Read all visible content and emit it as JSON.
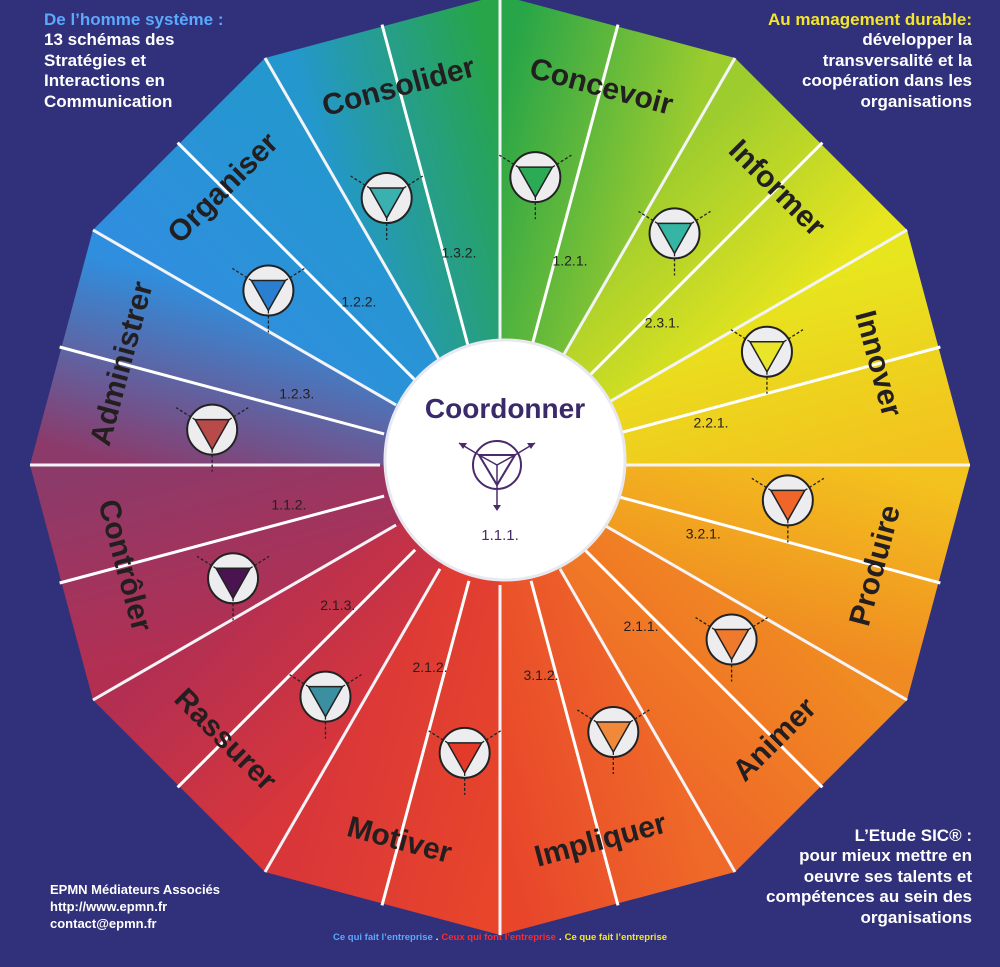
{
  "header_left": {
    "line1": "De l’homme système :",
    "line2": "13 schémas des",
    "line3": "Stratégies et",
    "line4": "Interactions en",
    "line5": "Communication"
  },
  "header_right": {
    "line1": "Au management durable:",
    "line2": "développer la",
    "line3": "transversalité et la",
    "line4": "coopération dans les",
    "line5": "organisations"
  },
  "bottom_right": {
    "line1": "L’Etude SIC® :",
    "line2": "pour mieux mettre en",
    "line3": "oeuvre ses talents et",
    "line4": "compétences au sein des",
    "line5": "organisations"
  },
  "bottom_left": {
    "line1": "EPMN Médiateurs Associés",
    "line2": "http://www.epmn.fr",
    "line3": "contact@epmn.fr"
  },
  "footer": {
    "part1": "Ce qui fait l’entreprise",
    "part2": "Ceux qui font l’entreprise",
    "part3": "Ce que fait l’entreprise",
    "separator": "."
  },
  "center": {
    "title": "Coordonner",
    "code": "1.1.1."
  },
  "sectors": [
    {
      "label": "Concevoir",
      "code": "1.2.1.",
      "color": "#27a548"
    },
    {
      "label": "Informer",
      "code": "2.3.1.",
      "color": "#9ccc2e"
    },
    {
      "label": "Innover",
      "code": "2.2.1.",
      "color": "#e7e51e"
    },
    {
      "label": "Produire",
      "code": "3.2.1.",
      "color": "#f3c21e"
    },
    {
      "label": "Animer",
      "code": "2.1.1.",
      "color": "#f08a22"
    },
    {
      "label": "Impliquer",
      "code": "3.1.2.",
      "color": "#ef6a28"
    },
    {
      "label": "Motiver",
      "code": "2.1.2.",
      "color": "#e8452b"
    },
    {
      "label": "Rassurer",
      "code": "2.1.3.",
      "color": "#d9363a"
    },
    {
      "label": "Contrôler",
      "code": "1.1.2.",
      "color": "#b32f52"
    },
    {
      "label": "Administrer",
      "code": "1.2.3.",
      "color": "#8c3a6a"
    },
    {
      "label": "Organiser",
      "code": "1.2.2.",
      "color": "#2f8fde"
    },
    {
      "label": "Consolider",
      "code": "1.3.2.",
      "color": "#2497cf"
    }
  ],
  "icons": [
    {
      "name": "triangle-green-icon",
      "color": "#2cab56"
    },
    {
      "name": "triangle-teal-icon",
      "color": "#35b5a3"
    },
    {
      "name": "triangle-yellow-icon",
      "color": "#e9e52a"
    },
    {
      "name": "triangle-orange-icon",
      "color": "#f0652a"
    },
    {
      "name": "triangle-orange-icon",
      "color": "#ef7a2e"
    },
    {
      "name": "triangle-orange-icon",
      "color": "#f08a3a"
    },
    {
      "name": "triangle-red-icon",
      "color": "#e33a2a"
    },
    {
      "name": "triangle-teal-icon",
      "color": "#3a8fa0"
    },
    {
      "name": "triangle-purple-icon",
      "color": "#4a1450"
    },
    {
      "name": "triangle-mixed-icon",
      "color": "#b84a4a"
    },
    {
      "name": "triangle-blue-icon",
      "color": "#2a7fd0"
    },
    {
      "name": "triangle-teal-icon",
      "color": "#3ab0b0"
    }
  ]
}
